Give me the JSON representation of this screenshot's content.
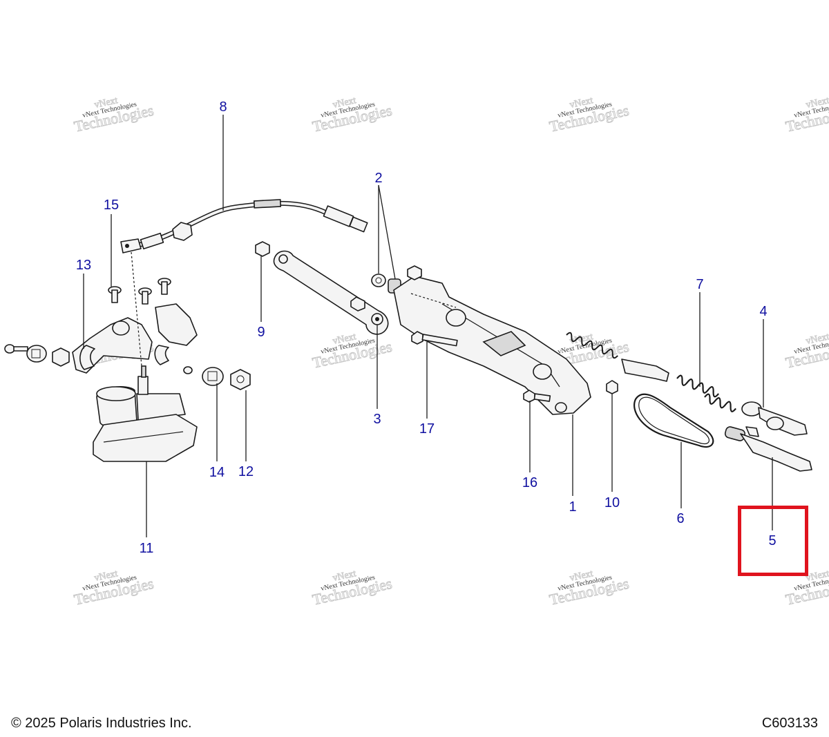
{
  "watermark": {
    "line1": "vNext Technologies",
    "line2": "Technologies",
    "line3": "vNext"
  },
  "callouts": {
    "c1": "1",
    "c2": "2",
    "c3": "3",
    "c4": "4",
    "c5": "5",
    "c6": "6",
    "c7": "7",
    "c8": "8",
    "c9": "9",
    "c10": "10",
    "c11": "11",
    "c12": "12",
    "c13": "13",
    "c14": "14",
    "c15": "15",
    "c16": "16",
    "c17": "17"
  },
  "highlighted_callout": "5",
  "colors": {
    "callout": "#1010a0",
    "highlight": "#e0141e"
  },
  "footer": {
    "copyright": "© 2025 Polaris Industries Inc.",
    "figure_id": "C603133"
  }
}
